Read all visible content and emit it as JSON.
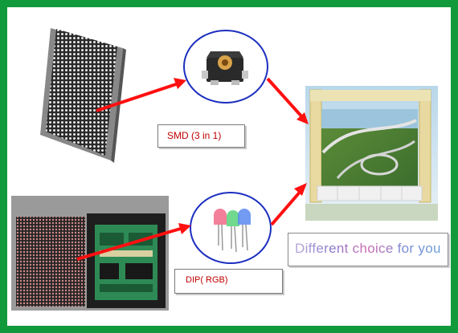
{
  "labels": {
    "smd": "SMD (3 in 1)",
    "dip": "DIP( RGB)",
    "tagline": "Different choice for you"
  },
  "colors": {
    "frame": "#109a3c",
    "arrow": "#ff1010",
    "circle_border": "#1c2fbf",
    "label_text": "#c00000"
  },
  "icons": [
    "led-module-panel-icon",
    "smd-led-chip-icon",
    "dip-led-icon",
    "led-module-board-icon",
    "outdoor-led-billboard-icon"
  ]
}
